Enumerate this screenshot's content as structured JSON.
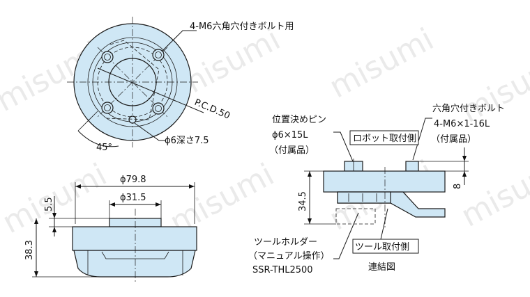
{
  "watermark": "misumi",
  "labels": {
    "bolt_holes": "4-M6六角穴付きボルト用",
    "pcd": "P.C.D.50",
    "angle": "45°",
    "pin_hole": "ϕ6深さ7.5",
    "outer_dia": "ϕ79.8",
    "inner_dia": "ϕ31.5",
    "dim_5_5": "5.5",
    "dim_38_3": "38.3",
    "pin_l1": "位置決めピン",
    "pin_l2": "ϕ6×15L",
    "pin_l3": "（付属品）",
    "bolt_l1": "六角穴付きボルト",
    "bolt_l2": "4-M6×1-16L",
    "bolt_l3": "（付属品）",
    "robot_side": "ロボット取付側",
    "tool_side": "ツール取付側",
    "dim_8": "8",
    "dim_34_5": "34.5",
    "holder_l1": "ツールホルダー",
    "holder_l2": "（マニュアル操作）",
    "holder_l3": "SSR-THL2500",
    "caption": "連結図"
  }
}
